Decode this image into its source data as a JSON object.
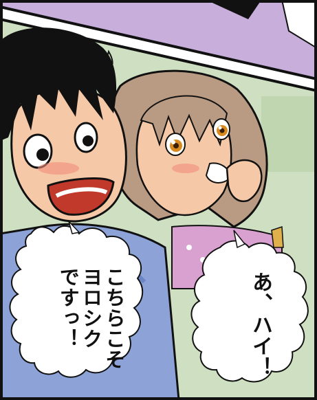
{
  "comic": {
    "speech_left": {
      "lines": [
        "こちらこそ",
        "ヨロシク",
        "ですっ！"
      ]
    },
    "speech_right": {
      "lines": [
        "あ、ハイ！"
      ]
    }
  },
  "colors": {
    "top_panel_bg": "#c7aedb",
    "panel_bg": "#cfe0c2",
    "boy_hair": "#111111",
    "girl_hair": "#b99b83",
    "skin": "#f5c9a8",
    "boy_shirt": "#8da3d8",
    "girl_top": "#d9a1cf",
    "bubble": "#ffffff"
  }
}
